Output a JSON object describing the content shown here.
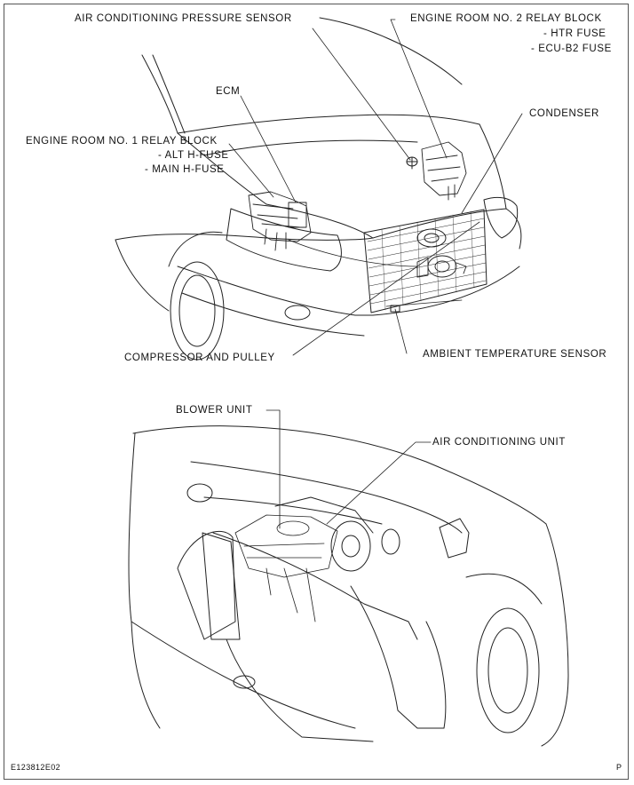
{
  "labels": {
    "air_cond_pressure_sensor": "AIR CONDITIONING PRESSURE SENSOR",
    "relay_block_2": "ENGINE ROOM NO. 2 RELAY BLOCK",
    "htr_fuse": "- HTR FUSE",
    "ecu_b2_fuse": "- ECU-B2 FUSE",
    "ecm": "ECM",
    "condenser": "CONDENSER",
    "relay_block_1": "ENGINE ROOM NO. 1 RELAY BLOCK",
    "alt_h_fuse": "- ALT H-FUSE",
    "main_h_fuse": "- MAIN H-FUSE",
    "compressor_pulley": "COMPRESSOR AND PULLEY",
    "ambient_temp_sensor": "AMBIENT TEMPERATURE SENSOR",
    "blower_unit": "BLOWER UNIT",
    "air_cond_unit": "AIR CONDITIONING UNIT"
  },
  "footer": {
    "figure_code": "E123812E02",
    "page_marker": "P"
  }
}
